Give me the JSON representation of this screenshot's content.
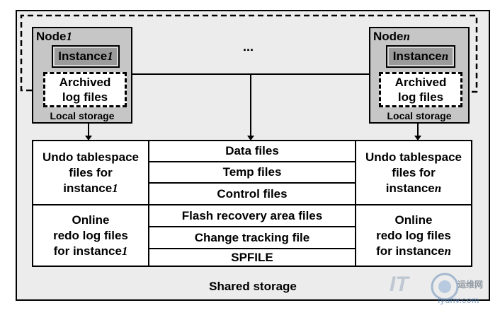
{
  "node_left": {
    "title_prefix": "Node",
    "title_suffix": "1",
    "instance_prefix": "Instance",
    "instance_suffix": "1",
    "archived_line1": "Archived",
    "archived_line2": "log files",
    "local_storage": "Local storage"
  },
  "node_right": {
    "title_prefix": "Node",
    "title_suffix": "n",
    "instance_prefix": "Instance",
    "instance_suffix": "n",
    "archived_line1": "Archived",
    "archived_line2": "log files",
    "local_storage": "Local storage"
  },
  "ellipsis": "...",
  "center_files": [
    "Data files",
    "Temp files",
    "Control files",
    "Flash recovery area files",
    "Change tracking file",
    "SPFILE"
  ],
  "undo_left": {
    "line1": "Undo tablespace",
    "line2": "files for",
    "line3_prefix": "instance",
    "line3_suffix": "1"
  },
  "undo_right": {
    "line1": "Undo tablespace",
    "line2": "files for",
    "line3_prefix": "instance",
    "line3_suffix": "n"
  },
  "redo_left": {
    "line1": "Online",
    "line2": "redo log files",
    "line3_prefix": "for instance",
    "line3_suffix": "1"
  },
  "redo_right": {
    "line1": "Online",
    "line2": "redo log files",
    "line3_prefix": "for instance",
    "line3_suffix": "n"
  },
  "shared_storage": "Shared storage",
  "watermark": {
    "brand": "IT",
    "site_cn": "运维网",
    "site": "iyunv.com"
  }
}
